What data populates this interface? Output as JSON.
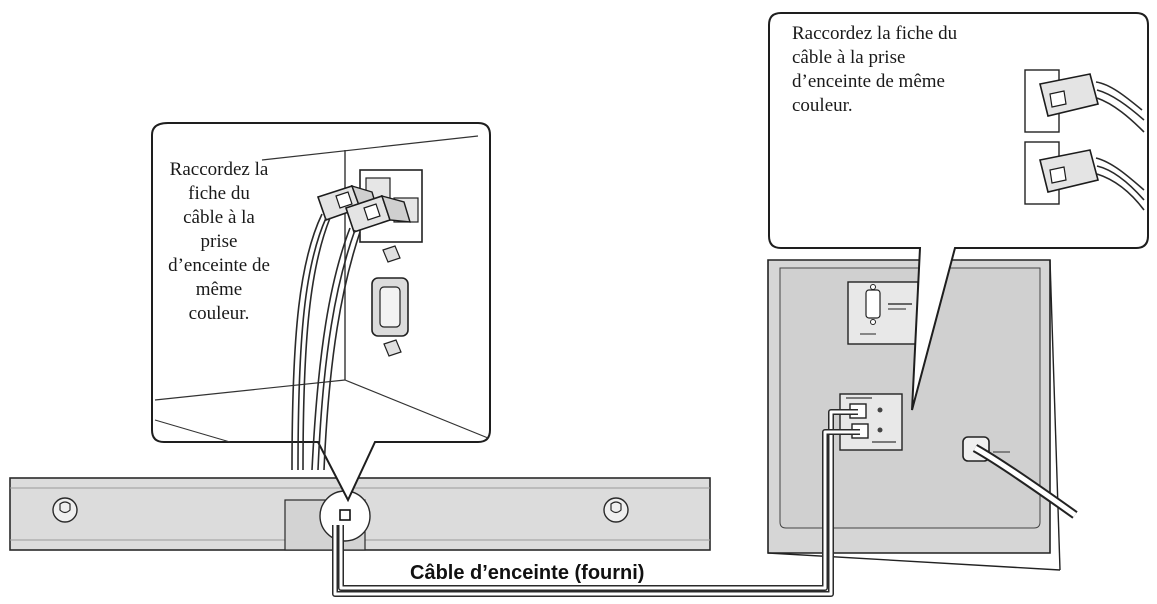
{
  "callouts": {
    "soundbar_note": "Raccordez la\nfiche du\ncâble à la\nprise\nd’enceinte de\nmême\ncouleur.",
    "subwoofer_note": "Raccordez la fiche du\ncâble à la prise\nd’enceinte de même\ncouleur."
  },
  "cable": {
    "label": "Câble d’enceinte (fourni)"
  },
  "colors": {
    "line": "#2a2a2a",
    "panel": "#d9d9d9",
    "panel_dark": "#b3b3b3",
    "background": "#ffffff"
  }
}
